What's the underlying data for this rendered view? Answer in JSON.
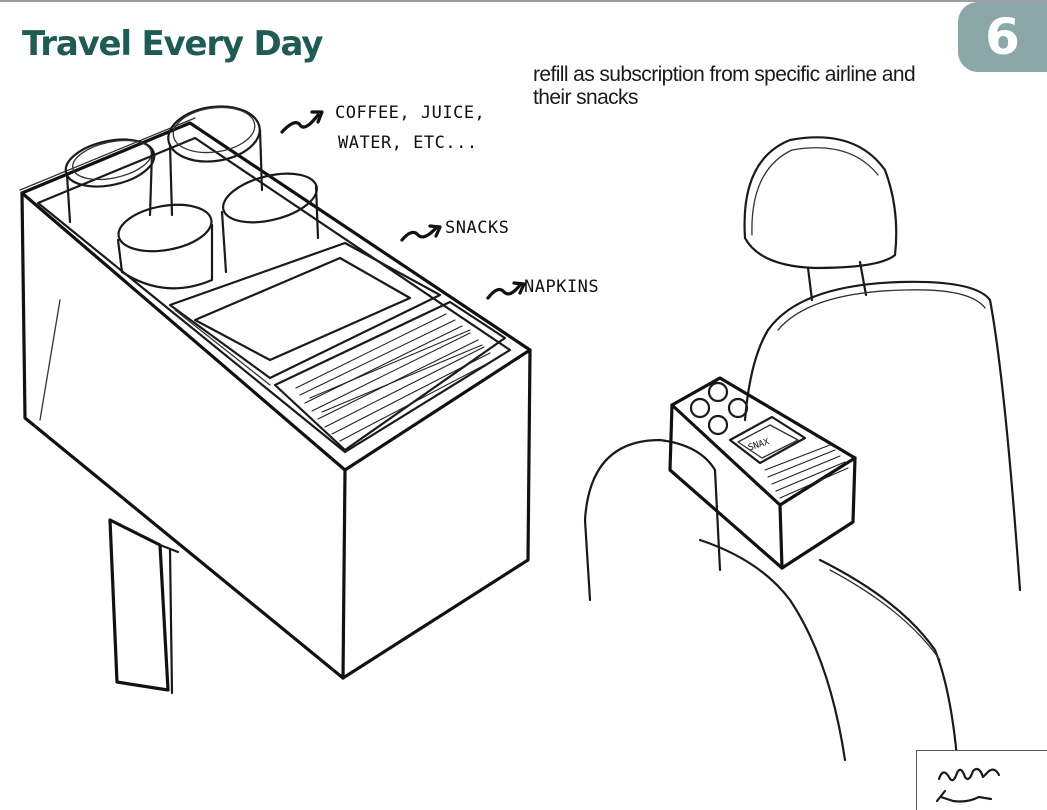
{
  "title": "Travel Every Day",
  "page_number": "6",
  "note": "refill as subscription from specific airline and their snacks",
  "annotations": {
    "drinks_line1": "COFFEE, JUICE,",
    "drinks_line2": "WATER, ETC...",
    "snacks": "SNACKS",
    "napkins": "NAPKINS",
    "box_label": "SNAX"
  },
  "colors": {
    "title": "#1f5a55",
    "badge": "#8ba7a7"
  }
}
